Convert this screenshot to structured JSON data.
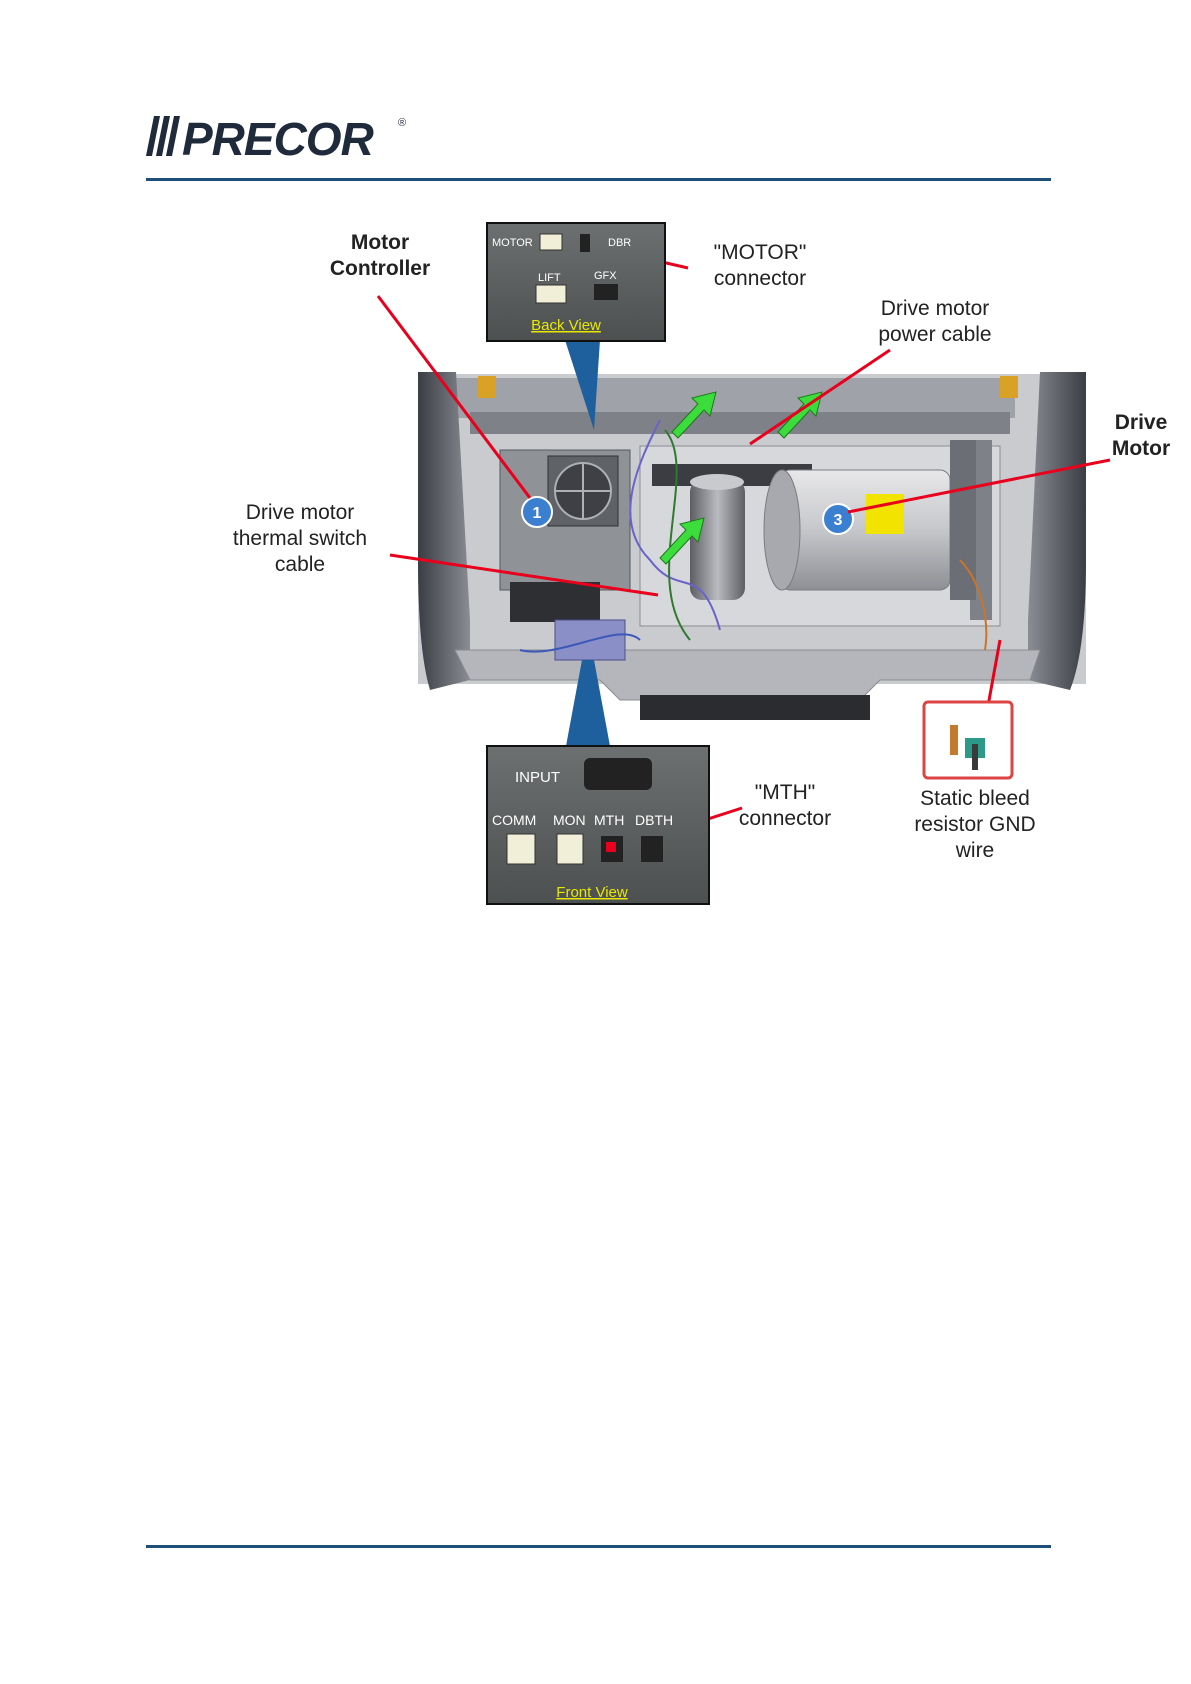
{
  "header": {
    "brand": "PRECOR",
    "registered": "®"
  },
  "figure": {
    "labels": {
      "motor_controller": "Motor\nController",
      "motor_connector": "\"MOTOR\"\nconnector",
      "drive_motor_power_cable": "Drive motor\npower cable",
      "drive_motor": "Drive\nMotor",
      "thermal_switch_cable": "Drive motor\nthermal switch\ncable",
      "mth_connector": "\"MTH\"\nconnector",
      "static_bleed": "Static bleed\nresistor GND\nwire"
    },
    "back_view": {
      "motor": "MOTOR",
      "dbr": "DBR",
      "lift": "LIFT",
      "gfx": "GFX",
      "caption": "Back View"
    },
    "front_view": {
      "input": "INPUT",
      "comm": "COMM",
      "mon": "MON",
      "mth": "MTH",
      "dbth": "DBTH",
      "caption": "Front View"
    },
    "badges": [
      "1",
      "3"
    ],
    "colors": {
      "callout_line": "#e8001c",
      "green_arrow": "#3ddc3d",
      "blue_pointer": "#1e5f9e",
      "badge": "#3b7fd0",
      "rule": "#1f4e79"
    }
  }
}
